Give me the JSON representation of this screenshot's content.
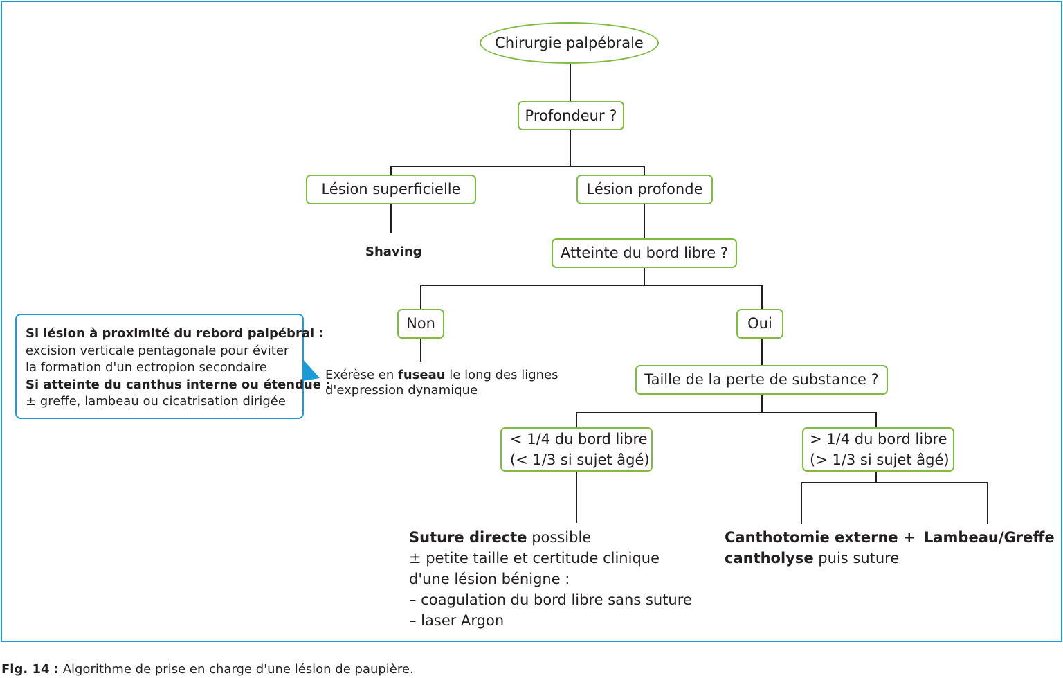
{
  "diagram": {
    "root": "Chirurgie palpébrale",
    "q_depth": "Profondeur ?",
    "superficial": "Lésion superficielle",
    "deep": "Lésion profonde",
    "shaving": "Shaving",
    "q_free_edge": "Atteinte du bord libre ?",
    "no": "Non",
    "yes": "Oui",
    "no_result": {
      "line1_pre": "Exérèse en ",
      "line1_bold": "fuseau",
      "line1_post": " le long des lignes",
      "line2": "d'expression dynamique"
    },
    "q_size": "Taille de la perte de substance ?",
    "small_size": {
      "line1": "< 1/4 du bord libre",
      "line2": "(< 1/3 si sujet âgé)"
    },
    "large_size": {
      "line1": "> 1/4 du bord libre",
      "line2": "(> 1/3 si sujet âgé)"
    },
    "small_result": {
      "bold": "Suture directe",
      "rest": " possible",
      "line2": "± petite taille et certitude clinique",
      "line3": "d'une lésion bénigne :",
      "line4": "– coagulation du bord libre sans suture",
      "line5": "– laser Argon"
    },
    "canthotomy": {
      "line1_bold": "Canthotomie externe +",
      "line2_bold": "cantholyse",
      "line2_rest": " puis suture"
    },
    "flap_graft": "Lambeau/Greffe"
  },
  "callout": {
    "line1_bold": "Si lésion à proximité du rebord palpébral :",
    "line2": "excision verticale pentagonale pour éviter",
    "line3": "la formation d'un ectropion secondaire",
    "line4_bold": "Si atteinte du canthus interne ou étendue :",
    "line5": "± greffe, lambeau ou cicatrisation dirigée"
  },
  "caption": {
    "label": "Fig. 14 :",
    "text": " Algorithme de prise en charge d'une lésion de paupière."
  },
  "colors": {
    "node_border": "#7dbb42",
    "frame": "#1b9ad6",
    "lines": "#231f20"
  }
}
